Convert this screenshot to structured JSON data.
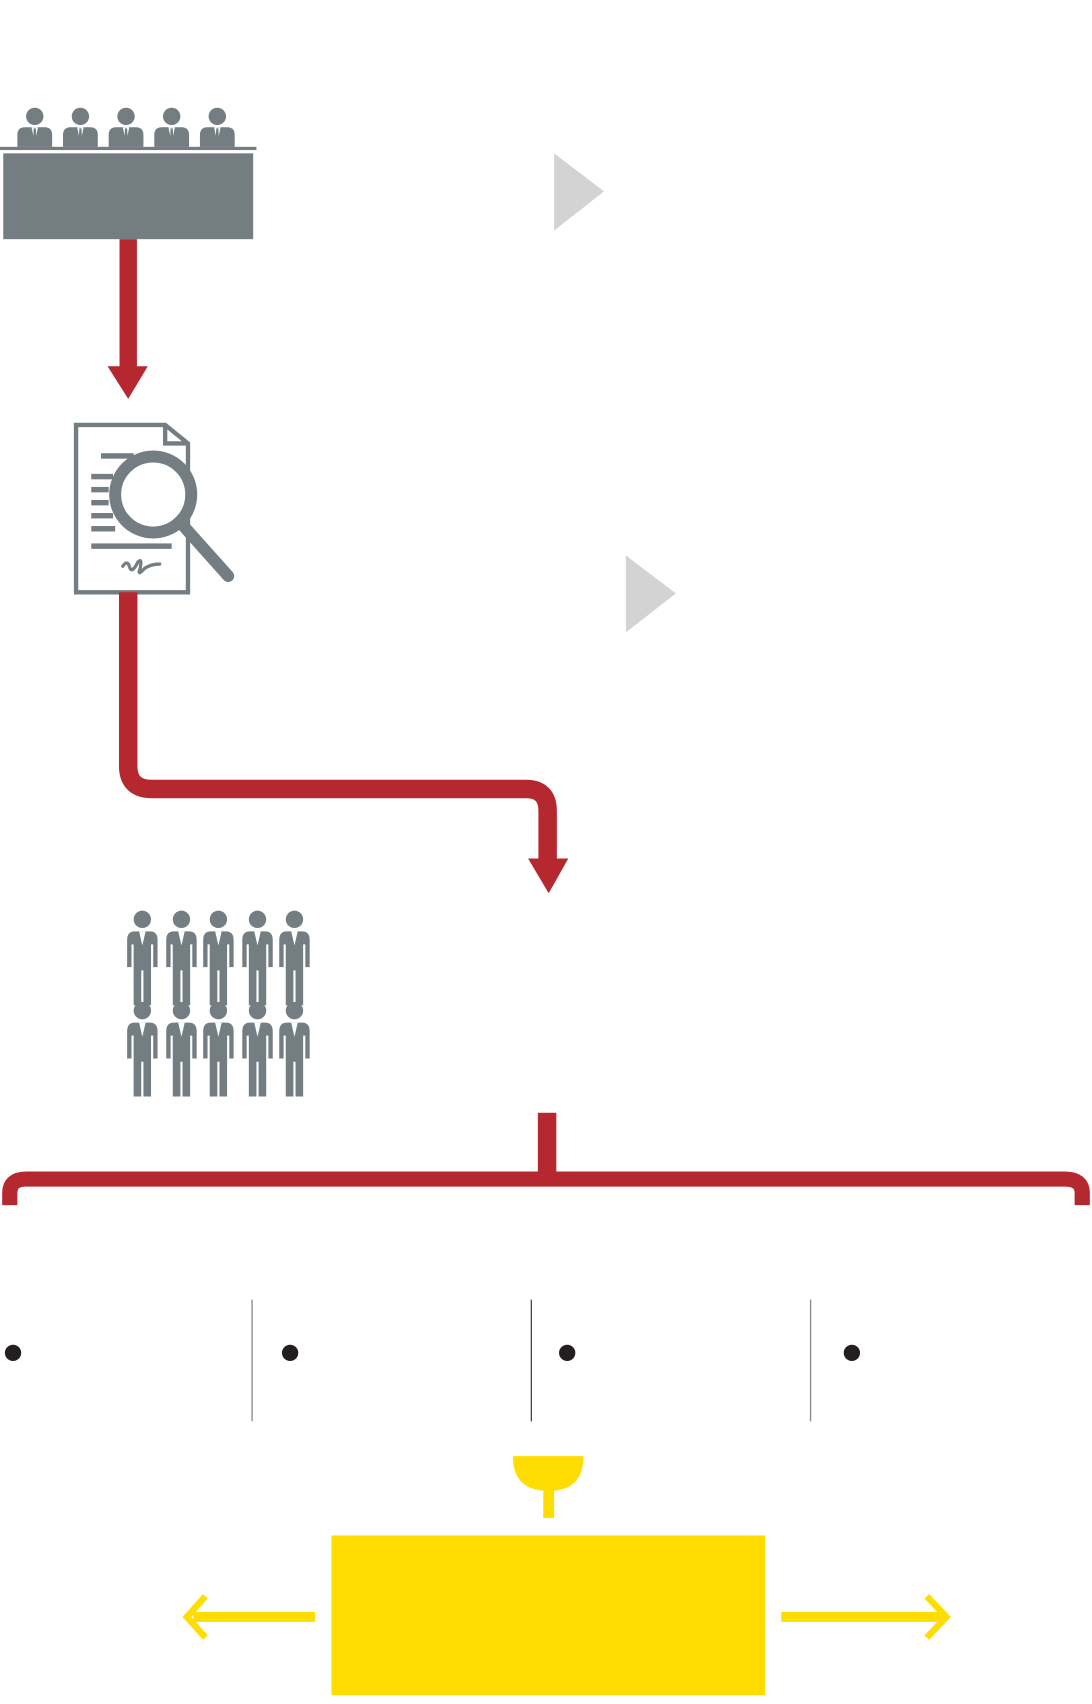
{
  "colors": {
    "icon_gray": "#737d82",
    "flow_red": "#b5282f",
    "pointer_gray": "#d3d3d3",
    "accent_yellow": "#ffdd00",
    "bullet_dark": "#231f20",
    "divider": "#888888"
  },
  "panel_people_count": 5,
  "group_people_rows": 2,
  "group_people_cols": 5,
  "columns_count": 4
}
